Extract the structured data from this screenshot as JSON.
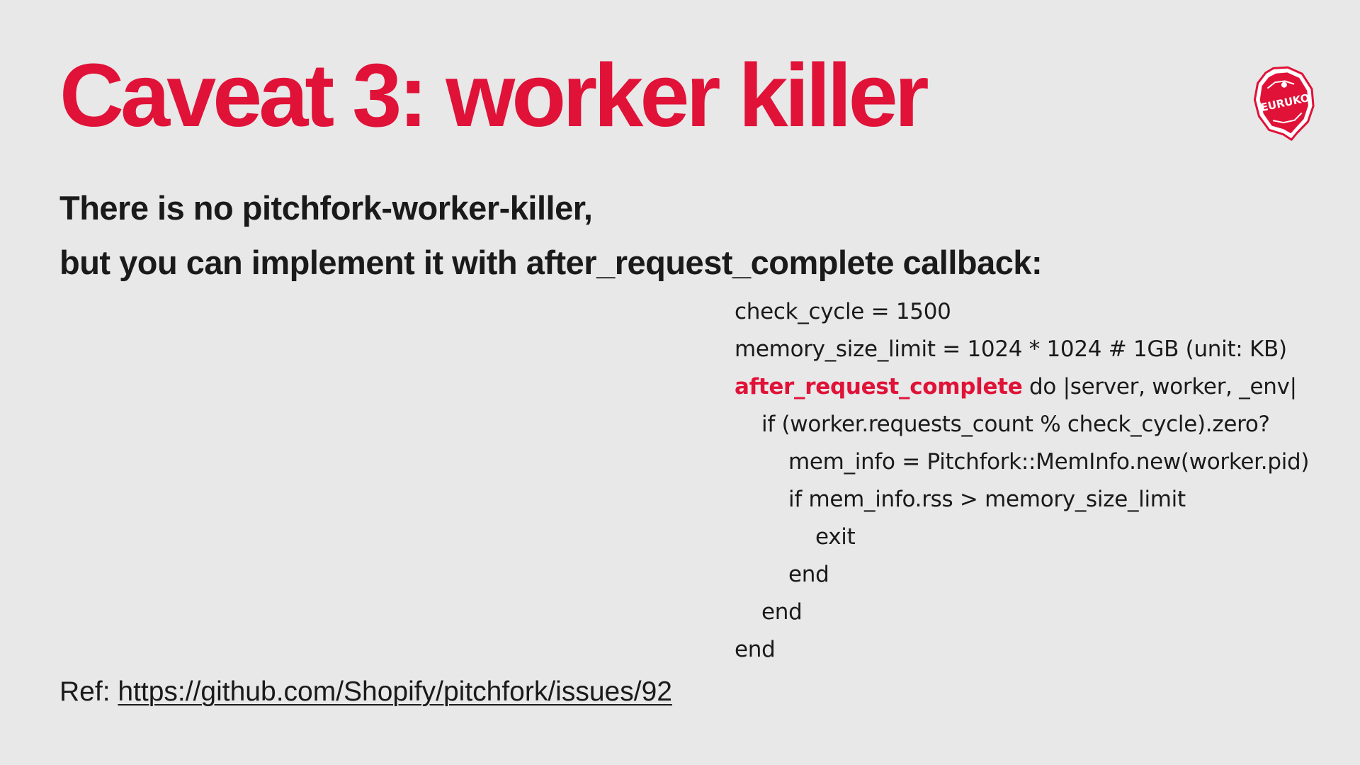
{
  "slide": {
    "title": "Caveat 3: worker killer",
    "subtitle_line1": "There is no pitchfork-worker-killer,",
    "subtitle_line2": "but you can implement it with after_request_complete callback:"
  },
  "code": {
    "line1": "check_cycle = 1500",
    "line2": "memory_size_limit = 1024 * 1024 # 1GB (unit: KB)",
    "line3_keyword": "after_request_complete",
    "line3_rest": " do |server, worker, _env|",
    "line4": "if (worker.requests_count % check_cycle).zero?",
    "line5": "mem_info = Pitchfork::MemInfo.new(worker.pid)",
    "line6": "if mem_info.rss > memory_size_limit",
    "line7": "exit",
    "line8": "end",
    "line9": "end",
    "line10": "end"
  },
  "ref": {
    "label": "Ref: ",
    "link_text": "https://github.com/Shopify/pitchfork/issues/92"
  },
  "logo": {
    "text": "EURUKO",
    "icon": "euruko-logo-icon"
  },
  "colors": {
    "accent": "#e01238",
    "text": "#1a1a1a",
    "background": "#e8e8e8"
  }
}
